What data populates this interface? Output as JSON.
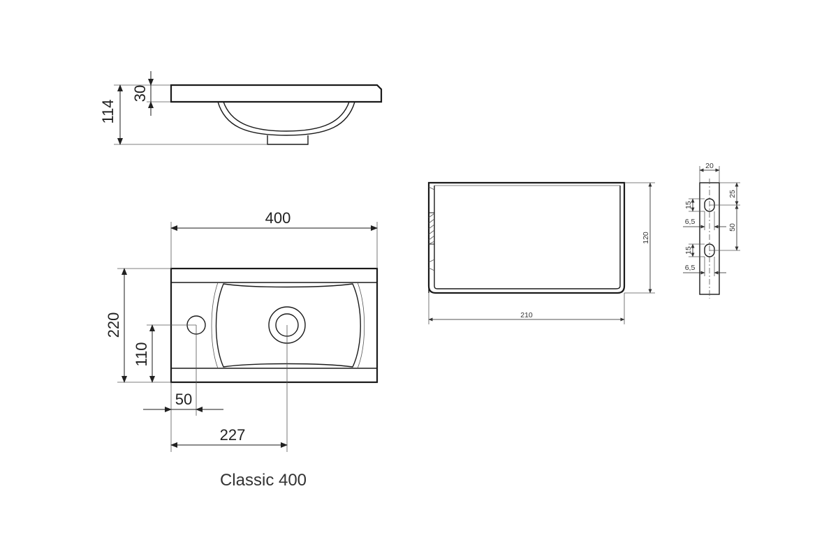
{
  "caption": "Classic 400",
  "side_view": {
    "dim_height_total": "114",
    "dim_height_rim": "30"
  },
  "top_view": {
    "dim_width": "400",
    "dim_depth": "220",
    "dim_tap_offset_y": "110",
    "dim_tap_offset_x": "50",
    "dim_drain_offset_x": "227"
  },
  "front_view": {
    "dim_width": "210",
    "dim_height": "120"
  },
  "bracket_view": {
    "dim_width": "20",
    "dim_top": "25",
    "dim_spacing": "50",
    "dim_slot_height_1": "15",
    "dim_slot_width_1": "6,5",
    "dim_slot_height_2": "15",
    "dim_slot_width_2": "6,5"
  }
}
